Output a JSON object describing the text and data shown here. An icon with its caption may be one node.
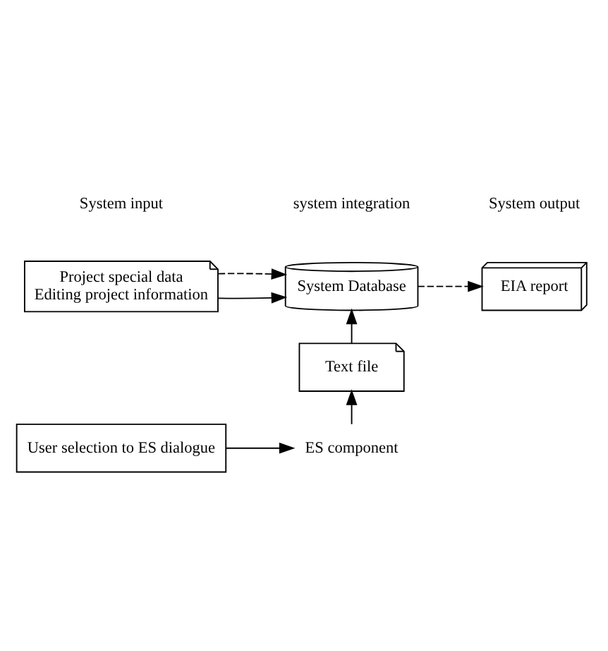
{
  "diagram": {
    "nodes": [
      {
        "text": [
          "Project special data",
          "Editing project information"
        ]
      },
      {
        "text": [
          "System Database"
        ]
      },
      {
        "text": [
          "EIA report"
        ]
      },
      {
        "text": [
          "Text file"
        ]
      },
      {
        "text": [
          "User selection to ES dialogue"
        ]
      },
      {
        "text": [
          "ES component"
        ]
      }
    ],
    "edges": [
      {
        "from": 0,
        "to": 1,
        "arrow": "to"
      },
      {
        "from": 0,
        "to": 1,
        "arrow": "to",
        "style": "dashed"
      },
      {
        "from": 1,
        "to": 2,
        "arrow": "to",
        "style": "dashed"
      },
      {
        "from": 3,
        "to": 1,
        "arrow": "to"
      },
      {
        "from": 5,
        "to": 3,
        "arrow": "to"
      },
      {
        "from": 4,
        "to": 5,
        "arrow": "to"
      }
    ],
    "labels": [
      "System input",
      "system integration",
      "System output"
    ]
  }
}
